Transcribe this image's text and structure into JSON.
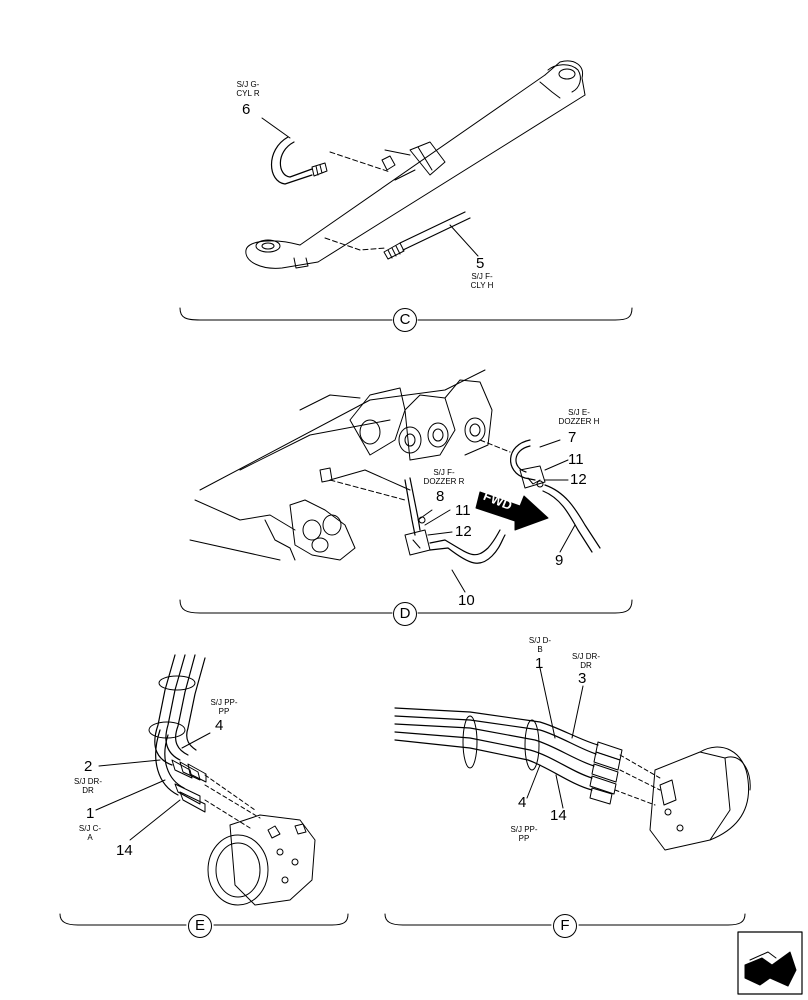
{
  "views": {
    "c": {
      "callout": "C",
      "labels": {
        "l6": "S/J G-\nCYL R",
        "n6": "6",
        "l5": "S/J F-\nCLY H",
        "n5": "5"
      }
    },
    "d": {
      "callout": "D",
      "arrow_text": "FWD",
      "labels": {
        "l7": "S/J E-\nDOZZER H",
        "n7": "7",
        "n11a": "11",
        "n12a": "12",
        "n9": "9",
        "l8": "S/J F-\nDOZZER R",
        "n8": "8",
        "n11b": "11",
        "n12b": "12",
        "n10": "10"
      }
    },
    "e": {
      "callout": "E",
      "labels": {
        "l4": "S/J PP-\nPP",
        "n4": "4",
        "n2": "2",
        "l2": "S/J DR-\nDR",
        "n1": "1",
        "l1": "S/J C-\nA",
        "n14": "14"
      }
    },
    "f": {
      "callout": "F",
      "labels": {
        "l1": "S/J D-\nB",
        "n1": "1",
        "l3": "S/J DR-\nDR",
        "n3": "3",
        "n4": "4",
        "l4": "S/J PP-\nPP",
        "n14": "14"
      }
    }
  },
  "navigation": {
    "next_icon": "next-page-arrow-icon"
  }
}
